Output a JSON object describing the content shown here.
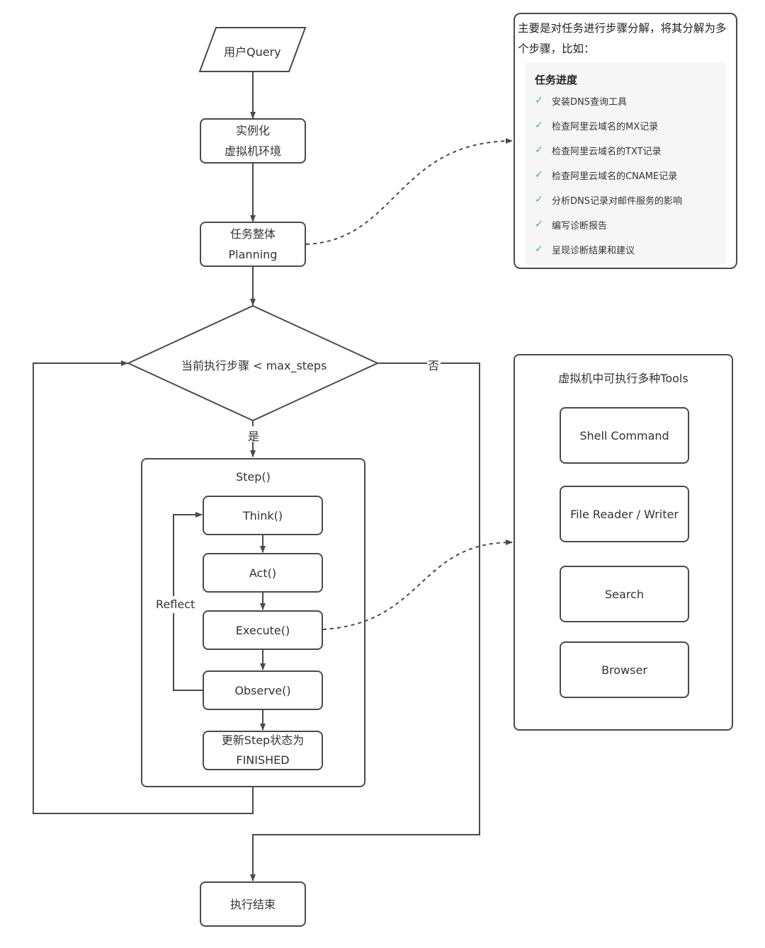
{
  "flow": {
    "user_query": "用户Query",
    "instantiate_line1": "实例化",
    "instantiate_line2": "虚拟机环境",
    "planning_line1": "任务整体",
    "planning_line2": "Planning",
    "condition": "当前执行步骤 < max_steps",
    "yes_label": "是",
    "no_label": "否",
    "end": "执行结束"
  },
  "step": {
    "title": "Step()",
    "think": "Think()",
    "act": "Act()",
    "execute": "Execute()",
    "observe": "Observe()",
    "finish_line1": "更新Step状态为",
    "finish_line2": "FINISHED",
    "reflect": "Reflect"
  },
  "task_panel": {
    "intro": "主要是对任务进行步骤分解，将其分解为多个步骤，比如：",
    "title": "任务进度",
    "items": [
      "安装DNS查询工具",
      "检查阿里云域名的MX记录",
      "检查阿里云域名的TXT记录",
      "检查阿里云域名的CNAME记录",
      "分析DNS记录对邮件服务的影响",
      "编写诊断报告",
      "呈现诊断结果和建议"
    ]
  },
  "tools": {
    "title": "虚拟机中可执行多种Tools",
    "items": [
      "Shell Command",
      "File Reader / Writer",
      "Search",
      "Browser"
    ]
  },
  "colors": {
    "stroke": "#4a4a4a",
    "check": "#52b35a",
    "panel_inner": "#f6f6f6"
  }
}
